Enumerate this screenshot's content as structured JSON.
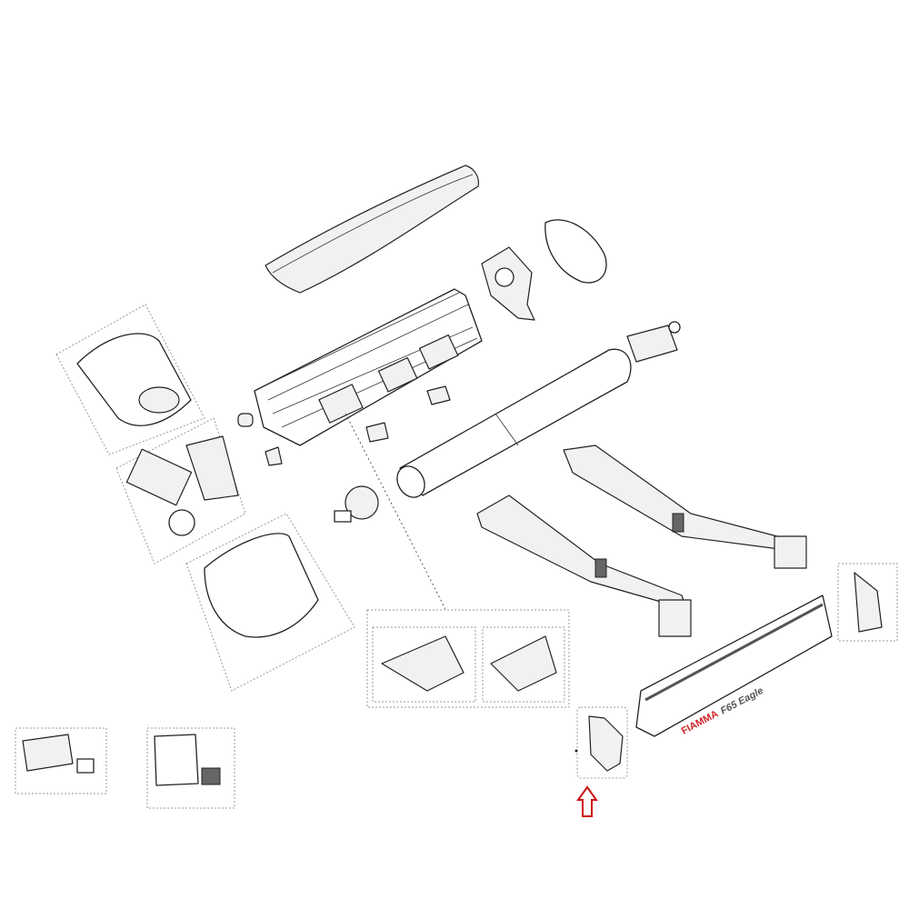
{
  "diagram": {
    "brand_logo": "FIAMMA",
    "model_label": "F65 Eagle",
    "colors": {
      "brand_red": "#d2232a",
      "highlight_arrow": "#cc1111",
      "line": "#222222"
    },
    "highlight": {
      "icon": "arrow-up-outline-icon",
      "target": "end-cap-left-part"
    }
  }
}
